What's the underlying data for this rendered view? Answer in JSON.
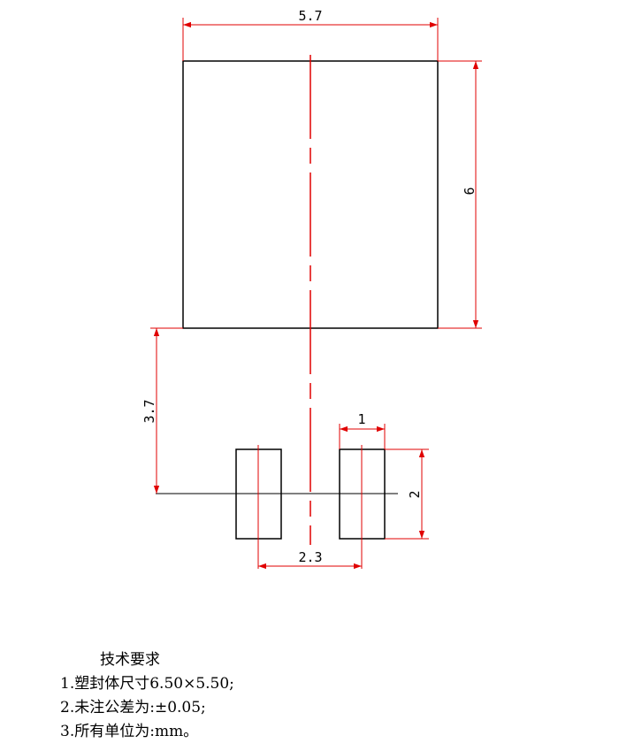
{
  "dimensions": {
    "body_width": "5.7",
    "body_height": "6",
    "offset": "3.7",
    "pad_width": "1",
    "pad_height": "2",
    "pad_pitch": "2.3"
  },
  "notes": {
    "heading": "技术要求",
    "lines": [
      "1.塑封体尺寸6.50×5.50;",
      "2.未注公差为:±0.05;",
      "3.所有单位为:mm。"
    ]
  },
  "colors": {
    "outline": "#000000",
    "dimension": "#e00000"
  }
}
